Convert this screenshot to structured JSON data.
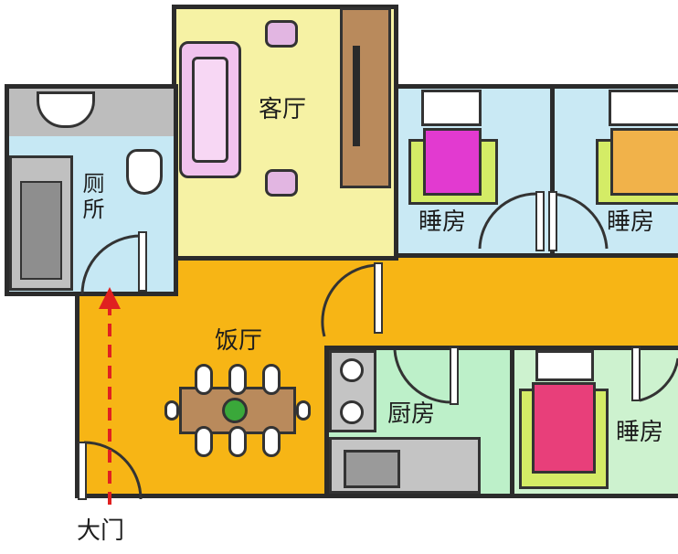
{
  "rooms": {
    "living_room": "客厅",
    "toilet": "厕所",
    "bedroom_left": "睡房",
    "bedroom_right": "睡房",
    "dining_room": "饭厅",
    "kitchen": "厨房",
    "bedroom_bottom": "睡房",
    "main_door": "大门"
  },
  "colors": {
    "hall": "#f7b515",
    "living": "#f6f2a4",
    "bathroom": "#c6e8f4",
    "bedroom": "#c9e9f4",
    "kitchen": "#bdf0c9",
    "bedroom_green": "#cdf2cf",
    "wall": "#2b2b2b",
    "arrow": "#e02020",
    "sofa": "#f1c2ee",
    "bed_magenta": "#e23ad0",
    "bed_orange": "#f1b24a",
    "bed_pink": "#e83f7a"
  }
}
